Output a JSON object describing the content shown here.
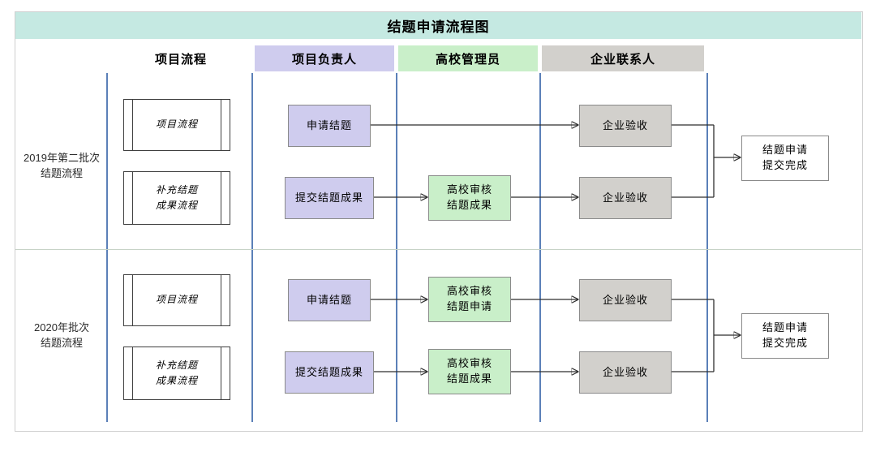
{
  "title": "结题申请流程图",
  "colors": {
    "title_bg": "#c5e9e2",
    "owner_bg": "#cfccee",
    "university_bg": "#c9efc9",
    "company_bg": "#d2d0cc",
    "lane_line": "#5b80b8"
  },
  "headers": {
    "process": "项目流程",
    "owner": "项目负责人",
    "university": "高校管理员",
    "company": "企业联系人"
  },
  "lanes": {
    "y2019": {
      "label": "2019年第二批次\n结题流程",
      "flow1": {
        "source": "项目流程",
        "step": "申请结题",
        "accept": "企业验收"
      },
      "flow2": {
        "source": "补充结题\n成果流程",
        "step": "提交结题成果",
        "review": "高校审核\n结题成果",
        "accept": "企业验收"
      },
      "result": "结题申请\n提交完成"
    },
    "y2020": {
      "label": "2020年批次\n结题流程",
      "flow1": {
        "source": "项目流程",
        "step": "申请结题",
        "review": "高校审核\n结题申请",
        "accept": "企业验收"
      },
      "flow2": {
        "source": "补充结题\n成果流程",
        "step": "提交结题成果",
        "review": "高校审核\n结题成果",
        "accept": "企业验收"
      },
      "result": "结题申请\n提交完成"
    }
  }
}
